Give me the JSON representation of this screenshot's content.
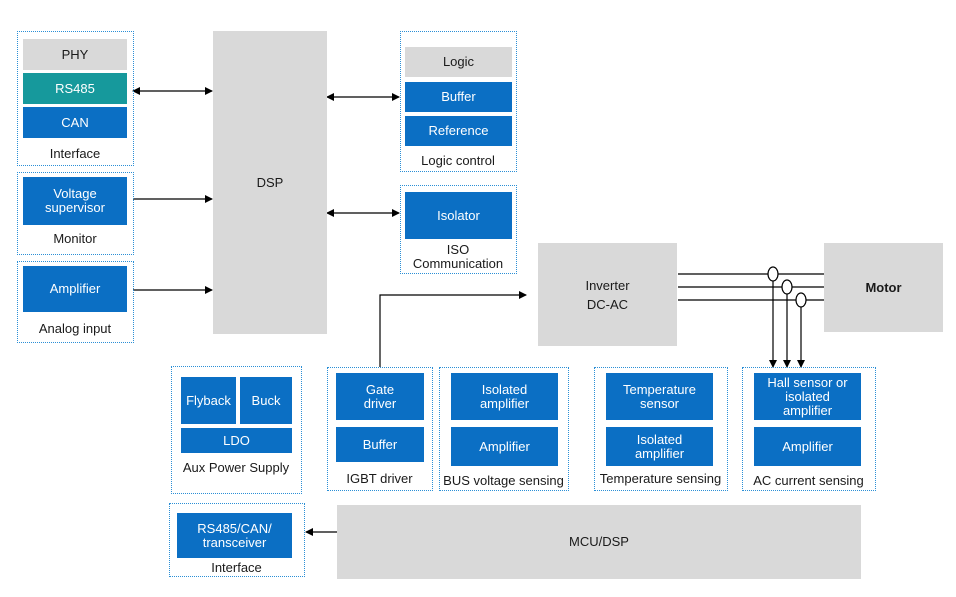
{
  "interface_group": {
    "phy": "PHY",
    "rs485": "RS485",
    "can": "CAN",
    "caption": "Interface"
  },
  "monitor_group": {
    "block": "Voltage supervisor",
    "caption": "Monitor"
  },
  "analog_group": {
    "block": "Amplifier",
    "caption": "Analog input"
  },
  "dsp": "DSP",
  "logic_group": {
    "logic": "Logic",
    "buffer": "Buffer",
    "reference": "Reference",
    "caption": "Logic control"
  },
  "iso_group": {
    "block": "Isolator",
    "caption": "ISO Communication"
  },
  "inverter": {
    "line1": "Inverter",
    "line2": "DC-AC"
  },
  "motor": "Motor",
  "aux_group": {
    "flyback": "Flyback",
    "buck": "Buck",
    "ldo": "LDO",
    "caption": "Aux Power Supply"
  },
  "igbt_group": {
    "gate": "Gate driver",
    "buffer": "Buffer",
    "caption": "IGBT driver"
  },
  "bus_group": {
    "iso_amp": "Isolated amplifier",
    "amp": "Amplifier",
    "caption": "BUS voltage sensing"
  },
  "temp_group": {
    "sensor": "Temperature sensor",
    "iso_amp": "Isolated amplifier",
    "caption": "Temperature sensing"
  },
  "ac_group": {
    "hall": "Hall sensor or isolated amplifier",
    "amp": "Amplifier",
    "caption": "AC current sensing"
  },
  "iface2_group": {
    "block": "RS485/CAN/ transceiver",
    "caption": "Interface"
  },
  "mcu": "MCU/DSP",
  "colors": {
    "blue": "#0b6fc4",
    "teal": "#16999c",
    "gray": "#d9d9d9",
    "dotted_border": "#2b8fd6"
  }
}
